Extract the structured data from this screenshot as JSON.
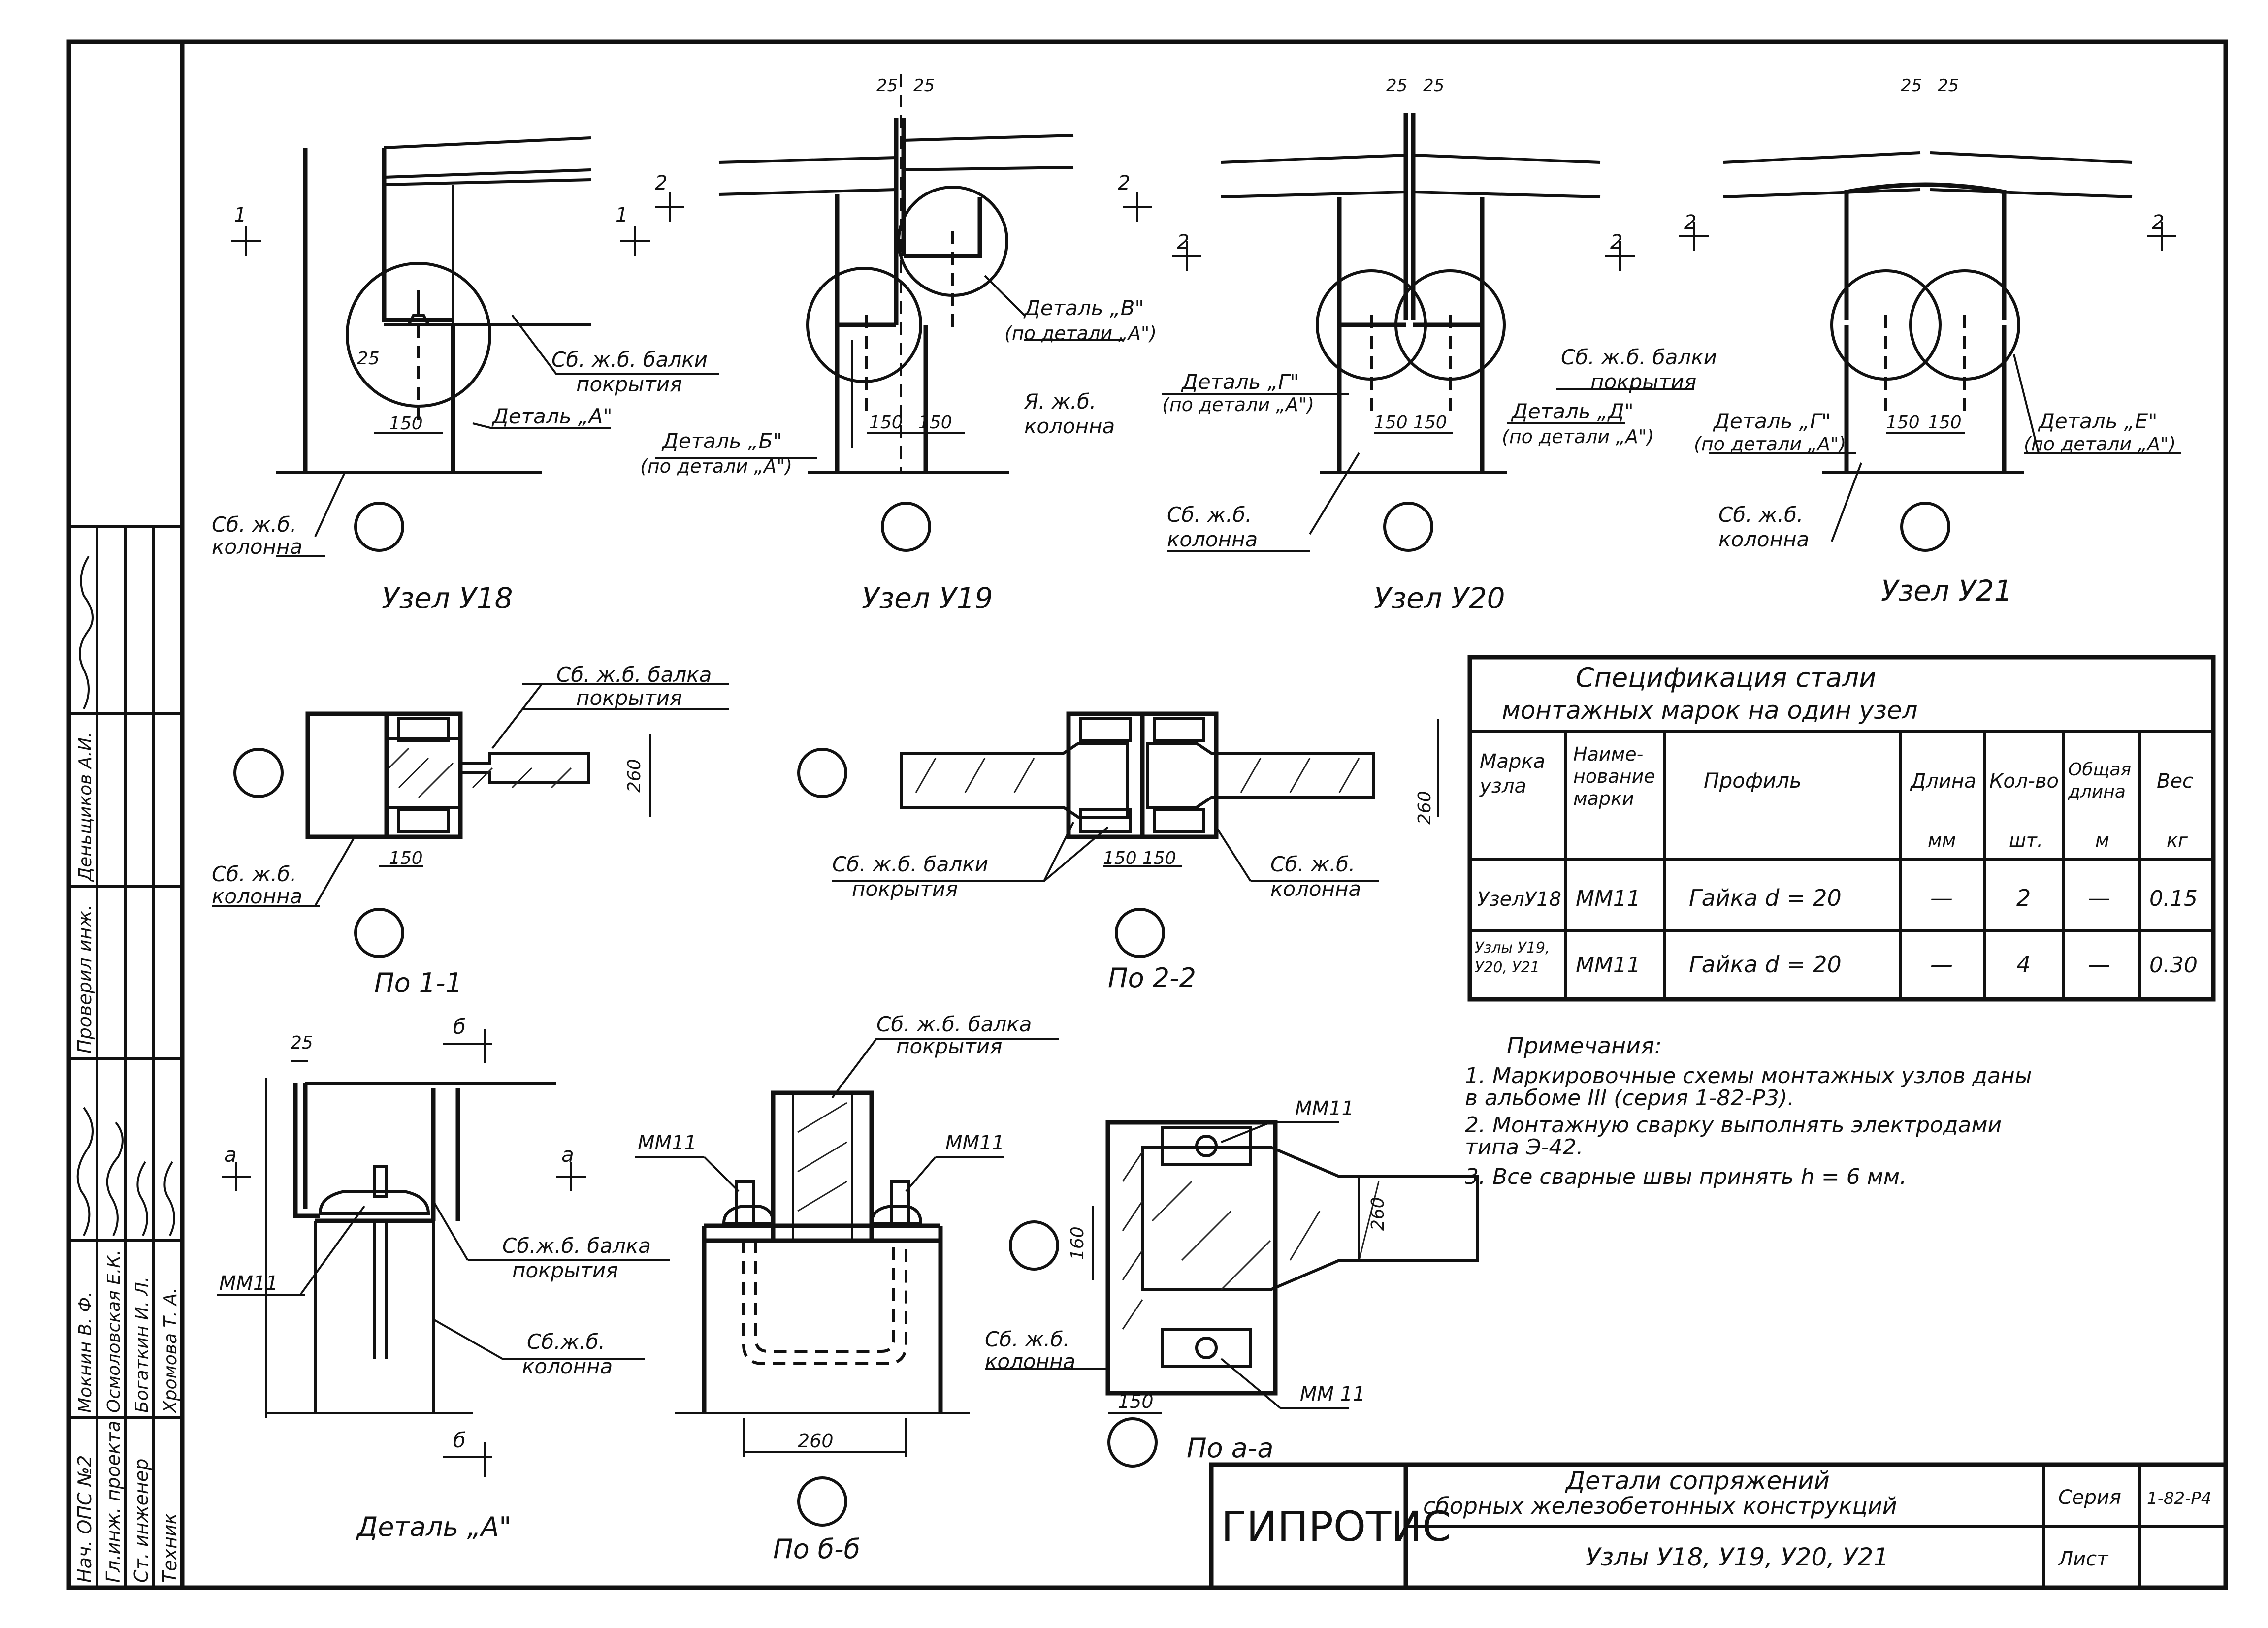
{
  "nodes": {
    "y18": {
      "title": "Узел У18"
    },
    "y19": {
      "title": "Узел У19"
    },
    "y20": {
      "title": "Узел У20"
    },
    "y21": {
      "title": "Узел У21"
    }
  },
  "labels": {
    "beam_l1": "Сб. ж.б. балки",
    "beam_l2": "покрытия",
    "col_l1": "Сб. ж.б.",
    "col_l2": "колонна",
    "beam_one_l1": "Сб. ж.б. балка",
    "beam_one_l2": "покрытия",
    "beam_short_l1": "Сб.ж.б. балка",
    "beam_short_l2": "покрытия",
    "col_one_l1": "Сб.ж.б.",
    "col_one_l2": "колонна",
    "col_dot": "Я. ж.б.",
    "det_a": "Деталь „А\"",
    "det_b_l1": "Деталь „Б\"",
    "det_b_l2": "(по детали „А\")",
    "det_v_l1": "Деталь „В\"",
    "det_v_l2": "(по детали „А\")",
    "det_g_l1": "Деталь „Г\"",
    "det_g_l2": "(по детали „А\")",
    "det_d_l1": "Деталь „Д\"",
    "det_d_l2": "(по детали „А\")",
    "det_e_l1": "Деталь „Е\"",
    "det_e_l2": "(по детали „А\")",
    "mark": "ММ11",
    "mark2": "ММ 11",
    "sec_11": "По 1-1",
    "sec_22": "По 2-2",
    "sec_aa": "По а-а",
    "sec_bb": "По б-б",
    "detail_a": "Деталь „А\"",
    "dims": {
      "d25": "25",
      "d150": "150",
      "d160": "160",
      "d260": "260",
      "dnum1": "1",
      "dnum2": "2",
      "da": "а",
      "db": "б"
    }
  },
  "spec": {
    "title_l1": "Спецификация   стали",
    "title_l2": "монтажных   марок  на один   узел",
    "headers": [
      "Марка узла",
      "Наиме-нование марки",
      "Профиль",
      "Длина",
      "Кол-во",
      "Общая длина",
      "Вес"
    ],
    "units": [
      "",
      "",
      "",
      "мм",
      "шт.",
      "м",
      "кг"
    ],
    "rows": [
      [
        "УзелУ18",
        "ММ11",
        "Гайка  d = 20",
        "—",
        "2",
        "—",
        "0.15"
      ],
      [
        "Узлы У19, У20, У21",
        "ММ11",
        "Гайка  d = 20",
        "—",
        "4",
        "—",
        "0.30"
      ]
    ]
  },
  "notes": {
    "heading": "Примечания:",
    "items": [
      "1. Маркировочные   схемы   монтажных  узлов даны",
      "    в альбоме  III (серия  1-82-Р3).",
      "2. Монтажную сварку  выполнять  электродами",
      "    типа  Э-42.",
      "3. Все  сварные  швы  принять   h = 6 мм."
    ]
  },
  "stamp": {
    "org": "ГИПРОТИС",
    "title_l1": "Детали    сопряжений",
    "title_l2": "сборных  железобетонных   конструкций",
    "subtitle": "Узлы У18, У19, У20, У21",
    "series_label": "Серия",
    "series_value": "1-82-Р4",
    "sheet_label": "Лист"
  },
  "side_stamp": {
    "roles": [
      "Нач. ОПС №2",
      "Гл.инж. проекта",
      "Ст. инженер",
      "Техник"
    ],
    "names": [
      "Мокнин В. Ф.",
      "Осмоловская Е.К.",
      "Богаткин И. Л.",
      "Хромова Т. А."
    ],
    "checked_role": "Проверил инж.",
    "checked_name": "Деньщиков А.И."
  }
}
